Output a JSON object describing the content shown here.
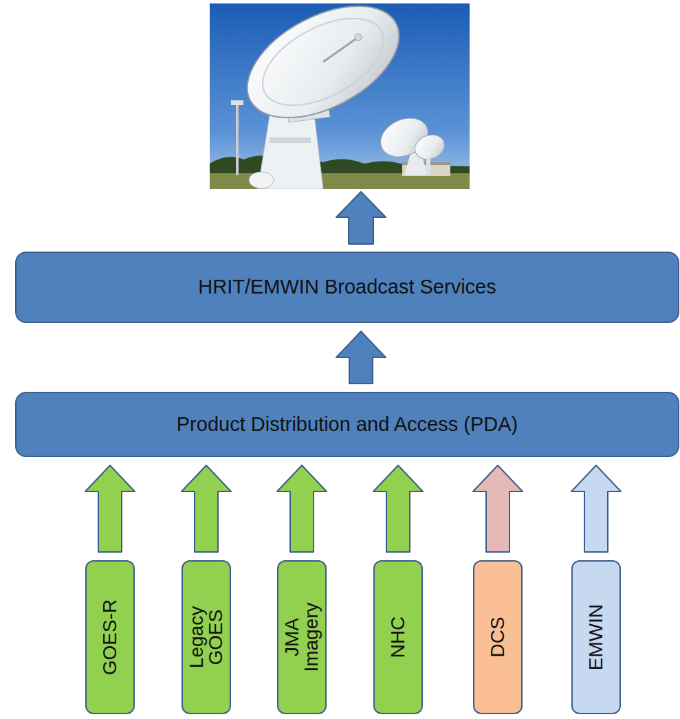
{
  "diagram": {
    "nodes": [
      {
        "text": [
          "HRIT/EMWIN Broadcast Services"
        ]
      },
      {
        "text": [
          "Product Distribution and Access (PDA)"
        ]
      },
      {
        "text": [
          "GOES-R"
        ]
      },
      {
        "text": [
          "Legacy GOES"
        ]
      },
      {
        "text": [
          "JMA Imagery"
        ]
      },
      {
        "text": [
          "NHC"
        ]
      },
      {
        "text": [
          "DCS"
        ]
      },
      {
        "text": [
          "EMWIN"
        ]
      }
    ],
    "edges": [
      {
        "from": 1,
        "to": 0,
        "arrow": "to"
      },
      {
        "from": 2,
        "to": 1,
        "arrow": "to"
      },
      {
        "from": 3,
        "to": 1,
        "arrow": "to"
      },
      {
        "from": 4,
        "to": 1,
        "arrow": "to"
      },
      {
        "from": 5,
        "to": 1,
        "arrow": "to"
      },
      {
        "from": 6,
        "to": 1,
        "arrow": "to"
      },
      {
        "from": 7,
        "to": 1,
        "arrow": "to"
      }
    ]
  }
}
